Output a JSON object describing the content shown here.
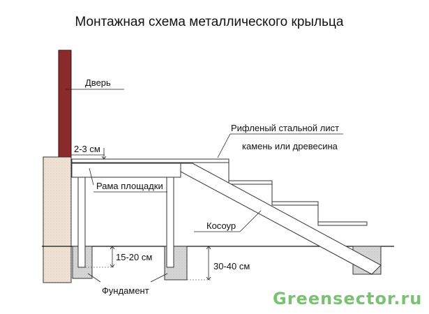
{
  "title": "Монтажная схема металлического крыльца",
  "labels": {
    "door": "Дверь",
    "gap": "2-3 см",
    "sheet": "Рифленый стальной лист",
    "stone": "камень или древесина",
    "frame": "Рама площадки",
    "stringer": "Косоур",
    "depth_post": "15-20 см",
    "depth_found": "30-40 см",
    "foundation": "Фундамент"
  },
  "watermark": "Greensector.ru",
  "colors": {
    "door": "#8b2a2a",
    "wall": "#efe3d6",
    "concrete": "#d6d6d6",
    "watermark": "#78c272"
  }
}
